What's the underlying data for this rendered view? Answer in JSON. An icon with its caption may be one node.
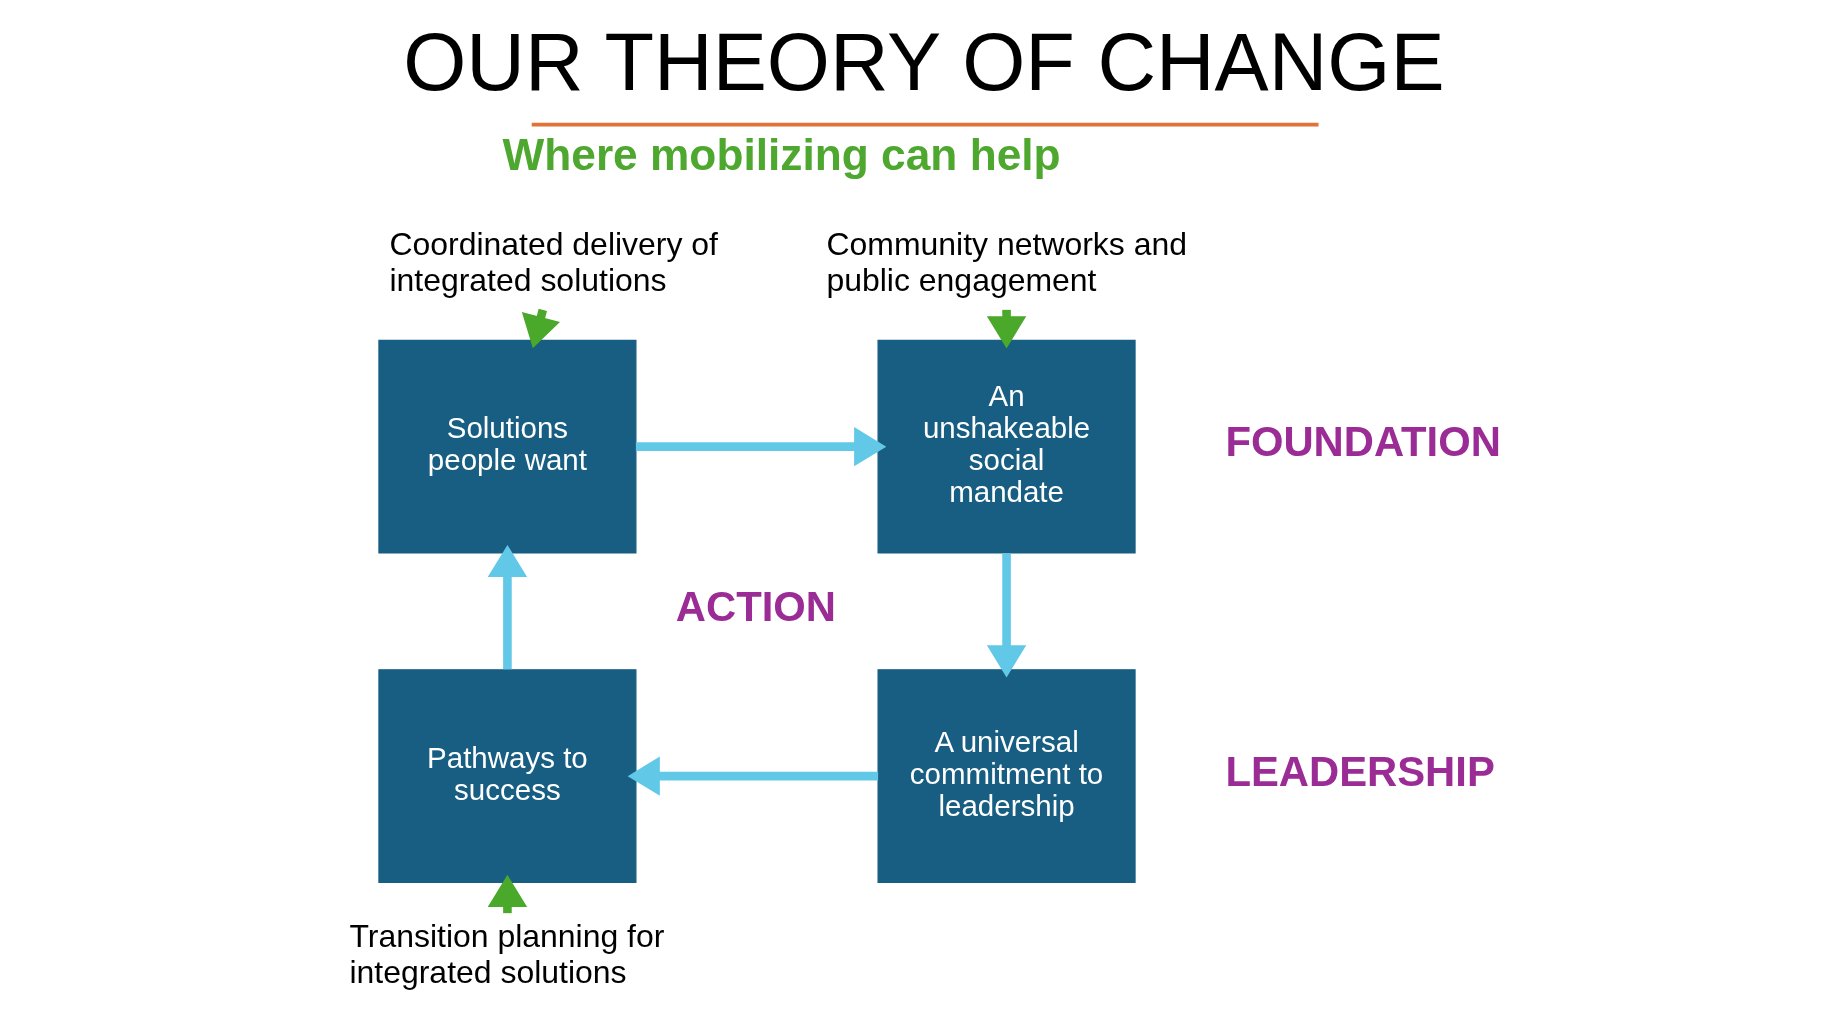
{
  "diagram": {
    "title": "OUR THEORY OF CHANGE",
    "nodes": [
      {
        "text": [
          "Coordinated delivery of integrated solutions"
        ]
      },
      {
        "text": [
          "Community networks and public engagement"
        ]
      },
      {
        "text": [
          "Solutions people want"
        ]
      },
      {
        "text": [
          "An unshakeable social mandate"
        ]
      },
      {
        "text": [
          "Pathways to success"
        ]
      },
      {
        "text": [
          "A universal commitment to leadership"
        ]
      },
      {
        "text": [
          "Transition planning for integrated solutions"
        ]
      }
    ],
    "edges": [
      {
        "from": 2,
        "to": 3,
        "arrow": "to"
      },
      {
        "from": 3,
        "to": 5,
        "arrow": "to"
      },
      {
        "from": 5,
        "to": 4,
        "arrow": "to"
      },
      {
        "from": 4,
        "to": 2,
        "arrow": "to"
      },
      {
        "from": 0,
        "to": 2,
        "arrow": "to",
        "color": "#4aa82a"
      },
      {
        "from": 1,
        "to": 3,
        "arrow": "to",
        "color": "#4aa82a"
      },
      {
        "from": 6,
        "to": 4,
        "arrow": "to",
        "color": "#4aa82a"
      }
    ],
    "labels": [
      "Where mobilizing can help",
      "FOUNDATION",
      "ACTION",
      "LEADERSHIP"
    ]
  }
}
